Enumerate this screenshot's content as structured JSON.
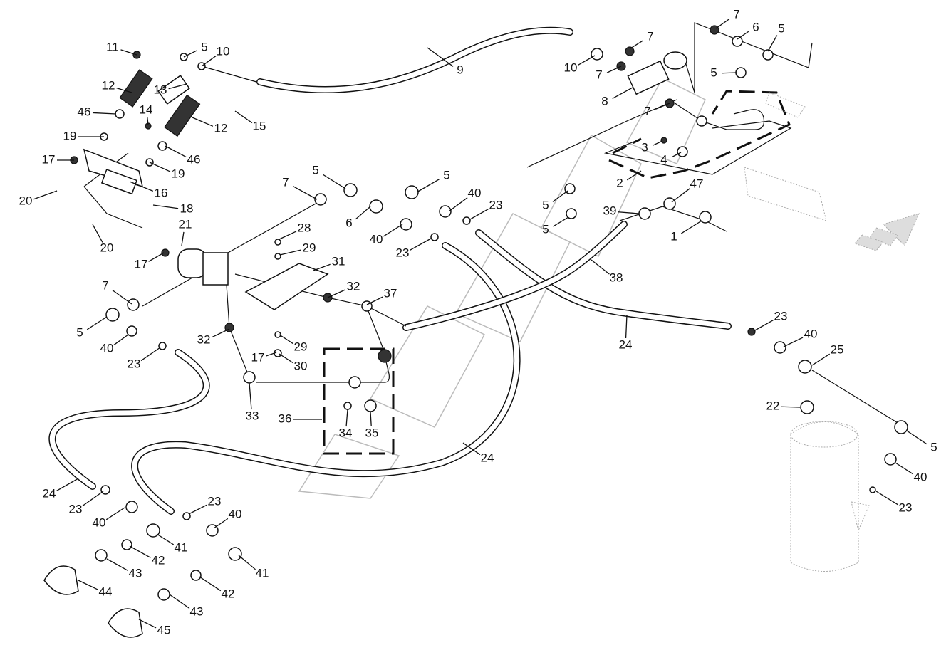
{
  "diagram": {
    "type": "exploded parts diagram",
    "callouts": [
      "11",
      "5",
      "10",
      "9",
      "12",
      "13",
      "14",
      "46",
      "12",
      "15",
      "19",
      "17",
      "46",
      "19",
      "16",
      "20",
      "18",
      "20",
      "21",
      "17",
      "7",
      "5",
      "40",
      "23",
      "7",
      "5",
      "6",
      "5",
      "40",
      "40",
      "23",
      "23",
      "28",
      "29",
      "31",
      "32",
      "37",
      "32",
      "29",
      "17",
      "30",
      "33",
      "36",
      "34",
      "35",
      "24",
      "24",
      "38",
      "24",
      "23",
      "40",
      "23",
      "40",
      "42",
      "41",
      "43",
      "44",
      "41",
      "42",
      "43",
      "45",
      "7",
      "6",
      "5",
      "7",
      "10",
      "7",
      "8",
      "5",
      "7",
      "3",
      "4",
      "2",
      "47",
      "39",
      "1",
      "5",
      "5",
      "23",
      "40",
      "25",
      "22",
      "5",
      "40",
      "23"
    ],
    "colors": {
      "line": "#111111",
      "watermark": "#bbbbbb",
      "ghost": "#aaaaaa"
    },
    "icons": [
      "direction-arrow-icon"
    ]
  }
}
